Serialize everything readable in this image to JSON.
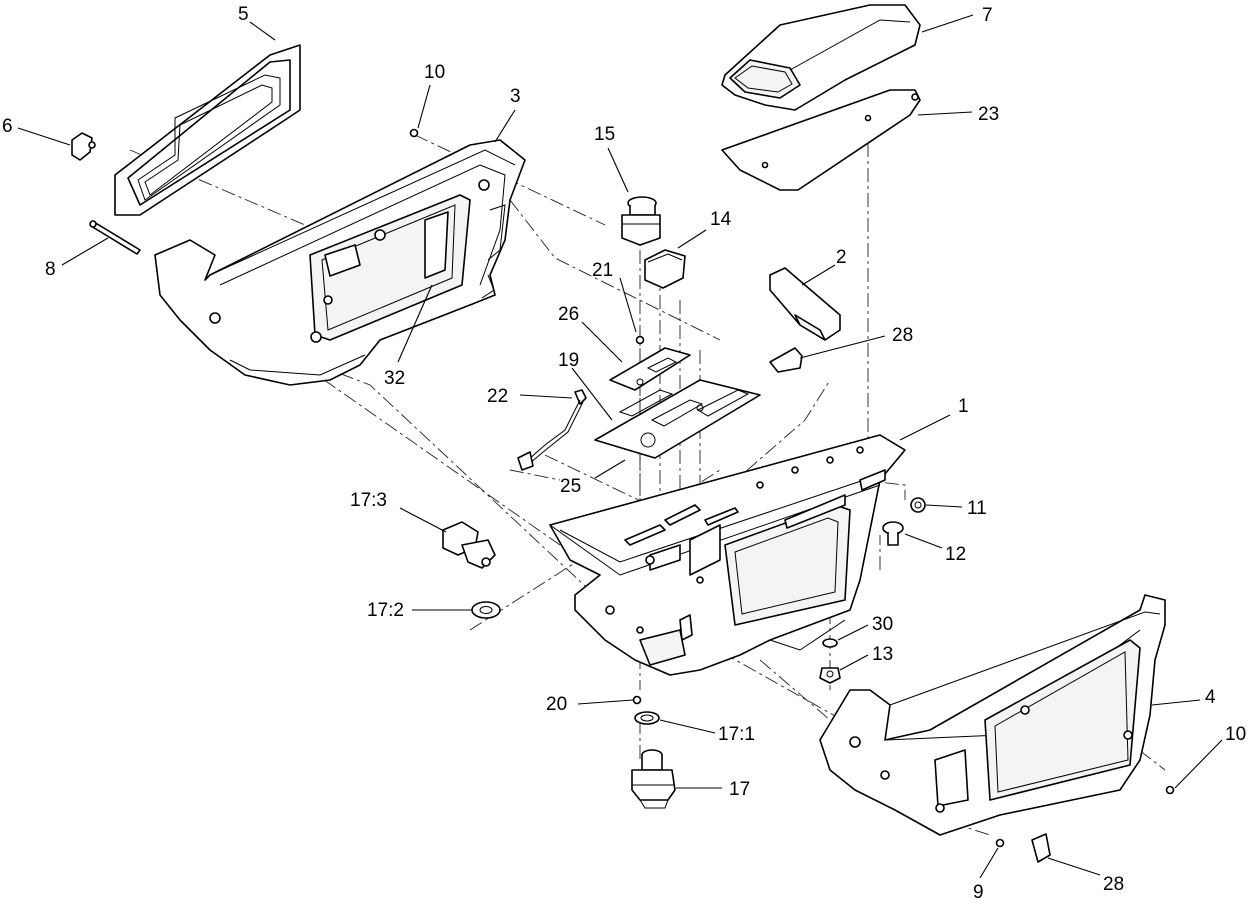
{
  "diagram": {
    "callouts": [
      {
        "id": "c1",
        "label": "1"
      },
      {
        "id": "c2",
        "label": "2"
      },
      {
        "id": "c3",
        "label": "3"
      },
      {
        "id": "c4",
        "label": "4"
      },
      {
        "id": "c5",
        "label": "5"
      },
      {
        "id": "c6",
        "label": "6"
      },
      {
        "id": "c7",
        "label": "7"
      },
      {
        "id": "c8",
        "label": "8"
      },
      {
        "id": "c9",
        "label": "9"
      },
      {
        "id": "c10a",
        "label": "10"
      },
      {
        "id": "c10b",
        "label": "10"
      },
      {
        "id": "c11",
        "label": "11"
      },
      {
        "id": "c12",
        "label": "12"
      },
      {
        "id": "c13",
        "label": "13"
      },
      {
        "id": "c14",
        "label": "14"
      },
      {
        "id": "c15",
        "label": "15"
      },
      {
        "id": "c17",
        "label": "17"
      },
      {
        "id": "c171",
        "label": "17:1"
      },
      {
        "id": "c172",
        "label": "17:2"
      },
      {
        "id": "c173",
        "label": "17:3"
      },
      {
        "id": "c19",
        "label": "19"
      },
      {
        "id": "c20",
        "label": "20"
      },
      {
        "id": "c21",
        "label": "21"
      },
      {
        "id": "c22",
        "label": "22"
      },
      {
        "id": "c23",
        "label": "23"
      },
      {
        "id": "c25",
        "label": "25"
      },
      {
        "id": "c26",
        "label": "26"
      },
      {
        "id": "c28a",
        "label": "28"
      },
      {
        "id": "c28b",
        "label": "28"
      },
      {
        "id": "c30",
        "label": "30"
      },
      {
        "id": "c32",
        "label": "32"
      }
    ]
  }
}
